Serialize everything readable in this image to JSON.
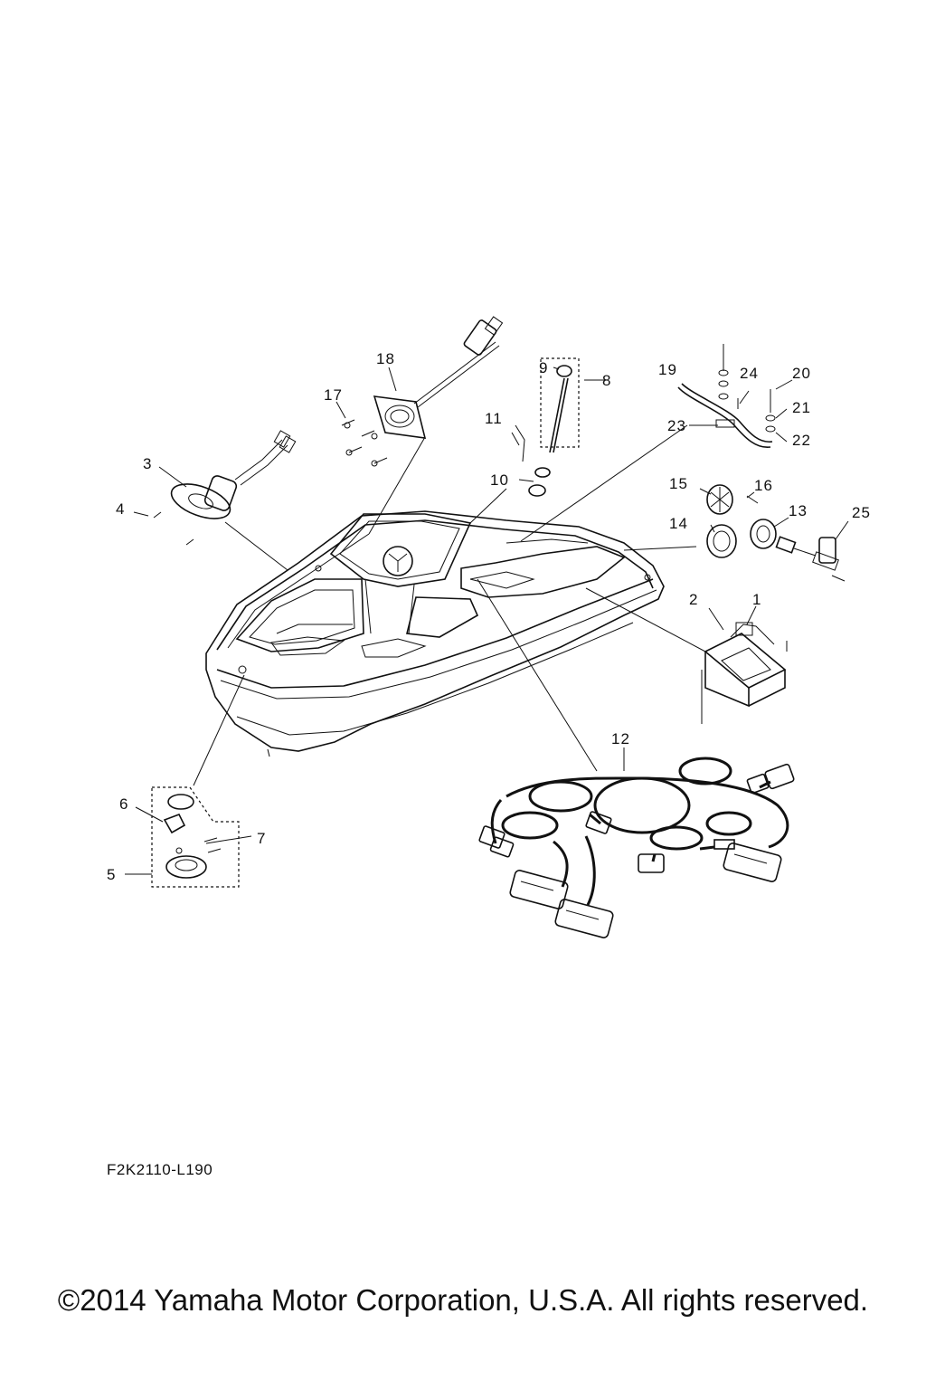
{
  "diagram": {
    "callouts": [
      "1",
      "2",
      "3",
      "4",
      "5",
      "6",
      "7",
      "8",
      "9",
      "10",
      "11",
      "12",
      "13",
      "14",
      "15",
      "16",
      "17",
      "18",
      "19",
      "20",
      "21",
      "22",
      "23",
      "24",
      "25"
    ],
    "part_code": "F2K2110-L190",
    "copyright": "©2014 Yamaha Motor Corporation, U.S.A. All rights reserved."
  }
}
